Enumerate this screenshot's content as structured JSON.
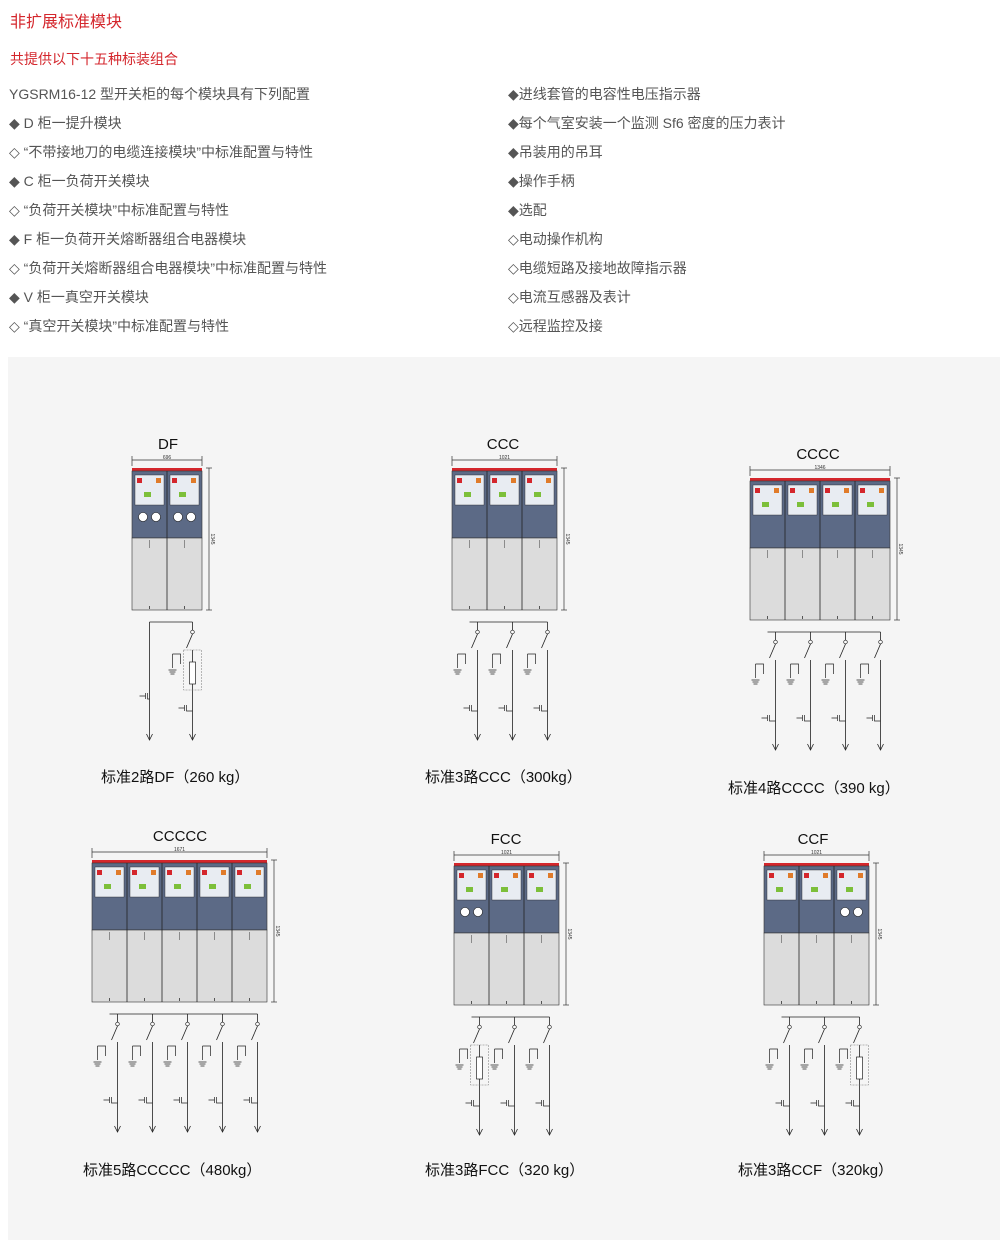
{
  "heading": "非扩展标准模块",
  "subheading": "共提供以下十五种标装组合",
  "left_column": [
    "YGSRM16-12 型开关柜的每个模块具有下列配置",
    "◆ D 柜一提升模块",
    "◇ “不带接地刀的电缆连接模块”中标准配置与特性",
    "◆ C 柜一负荷开关模块",
    "◇ “负荷开关模块”中标准配置与特性",
    "◆ F 柜一负荷开关熔断器组合电器模块",
    "◇ “负荷开关熔断器组合电器模块”中标准配置与特性",
    "◆ V 柜一真空开关模块",
    "◇ “真空开关模块”中标准配置与特性"
  ],
  "right_column": [
    "◆进线套管的电容性电压指示器",
    "◆每个气室安装一个监测 Sf6 密度的压力表计",
    "◆吊装用的吊耳",
    "◆操作手柄",
    "◆选配",
    "◇电动操作机构",
    "◇电缆短路及接地故障指示器",
    "◇电流互感器及表计",
    "◇远程监控及接"
  ],
  "colors": {
    "accent": "#d4262c",
    "cabinet_top": "#5c6a86",
    "cabinet_bottom": "#dcdcdc",
    "panel_bg": "#f5f5f5"
  },
  "units": [
    {
      "code": "DF",
      "width_label": "696",
      "height_label": "1345",
      "caption": "标准2路DF（260 kg）",
      "types": [
        "D",
        "F"
      ]
    },
    {
      "code": "CCC",
      "width_label": "1021",
      "height_label": "1345",
      "caption": "标准3路CCC（300kg）",
      "types": [
        "C",
        "C",
        "C"
      ]
    },
    {
      "code": "CCCC",
      "width_label": "1346",
      "height_label": "1345",
      "caption": "标准4路CCCC（390 kg）",
      "types": [
        "C",
        "C",
        "C",
        "C"
      ]
    },
    {
      "code": "CCCCC",
      "width_label": "1671",
      "height_label": "1345",
      "caption": "标准5路CCCCC（480kg）",
      "types": [
        "C",
        "C",
        "C",
        "C",
        "C"
      ]
    },
    {
      "code": "FCC",
      "width_label": "1021",
      "height_label": "1345",
      "caption": "标准3路FCC（320 kg）",
      "types": [
        "F",
        "C",
        "C"
      ]
    },
    {
      "code": "CCF",
      "width_label": "1021",
      "height_label": "1345",
      "caption": "标准3路CCF（320kg）",
      "types": [
        "C",
        "C",
        "F"
      ]
    }
  ]
}
